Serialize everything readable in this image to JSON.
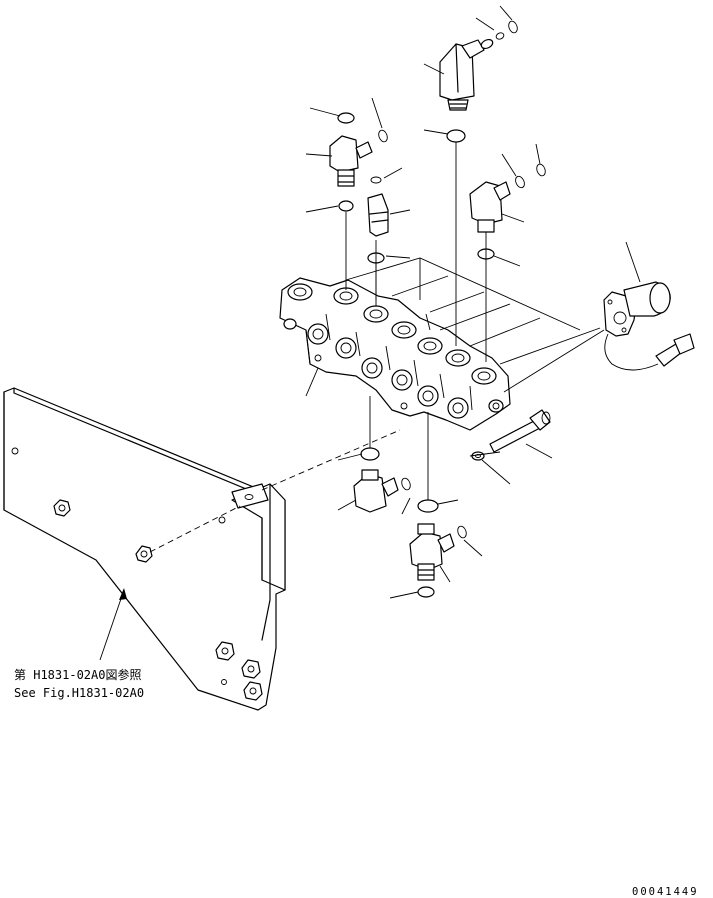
{
  "reference_note": {
    "line1": "第 H1831-02A0図参照",
    "line2": "See Fig.H1831-02A0"
  },
  "drawing_number": "00041449"
}
